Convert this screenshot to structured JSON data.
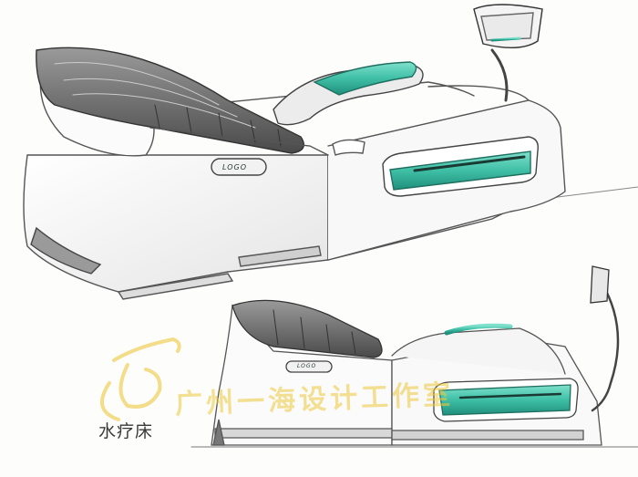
{
  "caption": "水疗床",
  "watermark": "广州一海设计工作室",
  "logo_big": "LOGO",
  "logo_small": "LOGO",
  "colors": {
    "accent_teal": "#3fbfa6",
    "accent_teal_dark": "#1f8f7c",
    "pencil": "#5a5a5a",
    "watermark_yellow": "#ecc83c"
  }
}
